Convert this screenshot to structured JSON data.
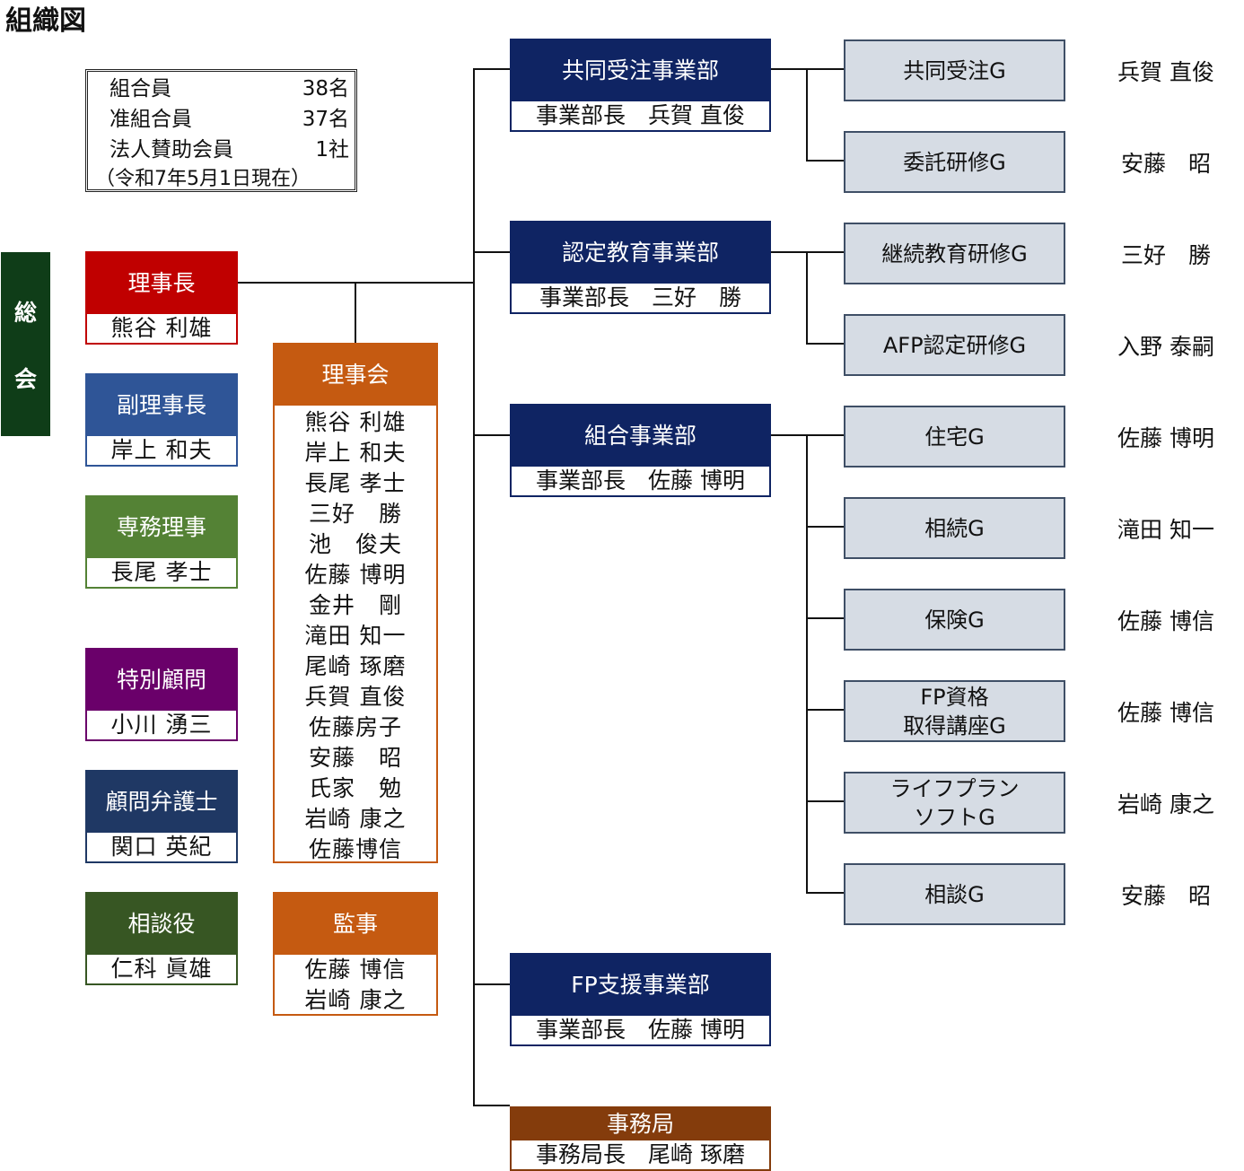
{
  "title": "組織図",
  "membership": {
    "rows": [
      {
        "label": "組合員",
        "value": "38名"
      },
      {
        "label": "准組合員",
        "value": "37名"
      },
      {
        "label": "法人賛助会員",
        "value": "1社"
      }
    ],
    "note": "（令和7年5月1日現在）"
  },
  "assembly": {
    "chars": [
      "総",
      "会"
    ]
  },
  "roles": [
    {
      "title": "理事長",
      "name": "熊谷 利雄",
      "color": "#c00000"
    },
    {
      "title": "副理事長",
      "name": "岸上 和夫",
      "color": "#2f5597"
    },
    {
      "title": "専務理事",
      "name": "長尾 孝士",
      "color": "#548235"
    },
    {
      "title": "特別顧問",
      "name": "小川 湧三",
      "color": "#6a006a"
    },
    {
      "title": "顧問弁護士",
      "name": "関口 英紀",
      "color": "#1f3864"
    },
    {
      "title": "相談役",
      "name": "仁科 眞雄",
      "color": "#375623"
    }
  ],
  "board": {
    "title": "理事会",
    "members": [
      "熊谷 利雄",
      "岸上 和夫",
      "長尾 孝士",
      "三好　勝",
      "池　俊夫",
      "佐藤 博明",
      "金井　剛",
      "滝田 知一",
      "尾崎 琢磨",
      "兵賀 直俊",
      "佐藤房子",
      "安藤　昭",
      "氏家　勉",
      "岩崎 康之",
      "佐藤博信"
    ]
  },
  "auditor": {
    "title": "監事",
    "members": [
      "佐藤 博信",
      "岩崎 康之"
    ]
  },
  "departments": [
    {
      "title": "共同受注事業部",
      "manager": "事業部長　兵賀 直俊"
    },
    {
      "title": "認定教育事業部",
      "manager": "事業部長　三好　勝"
    },
    {
      "title": "組合事業部",
      "manager": "事業部長　佐藤 博明"
    },
    {
      "title": "FP支援事業部",
      "manager": "事業部長　佐藤 博明"
    },
    {
      "title": "事務局",
      "manager": "事務局長　尾崎 琢磨"
    }
  ],
  "groups": [
    {
      "name": [
        "共同受注G"
      ],
      "leader": "兵賀 直俊"
    },
    {
      "name": [
        "委託研修G"
      ],
      "leader": "安藤　昭"
    },
    {
      "name": [
        "継続教育研修G"
      ],
      "leader": "三好　勝"
    },
    {
      "name": [
        "AFP認定研修G"
      ],
      "leader": "入野 泰嗣"
    },
    {
      "name": [
        "住宅G"
      ],
      "leader": "佐藤 博明"
    },
    {
      "name": [
        "相続G"
      ],
      "leader": "滝田 知一"
    },
    {
      "name": [
        "保険G"
      ],
      "leader": "佐藤 博信"
    },
    {
      "name": [
        "FP資格",
        "取得講座G"
      ],
      "leader": "佐藤 博信"
    },
    {
      "name": [
        "ライフプラン",
        "ソフトG"
      ],
      "leader": "岩崎 康之"
    },
    {
      "name": [
        "相談G"
      ],
      "leader": "安藤　昭"
    }
  ]
}
